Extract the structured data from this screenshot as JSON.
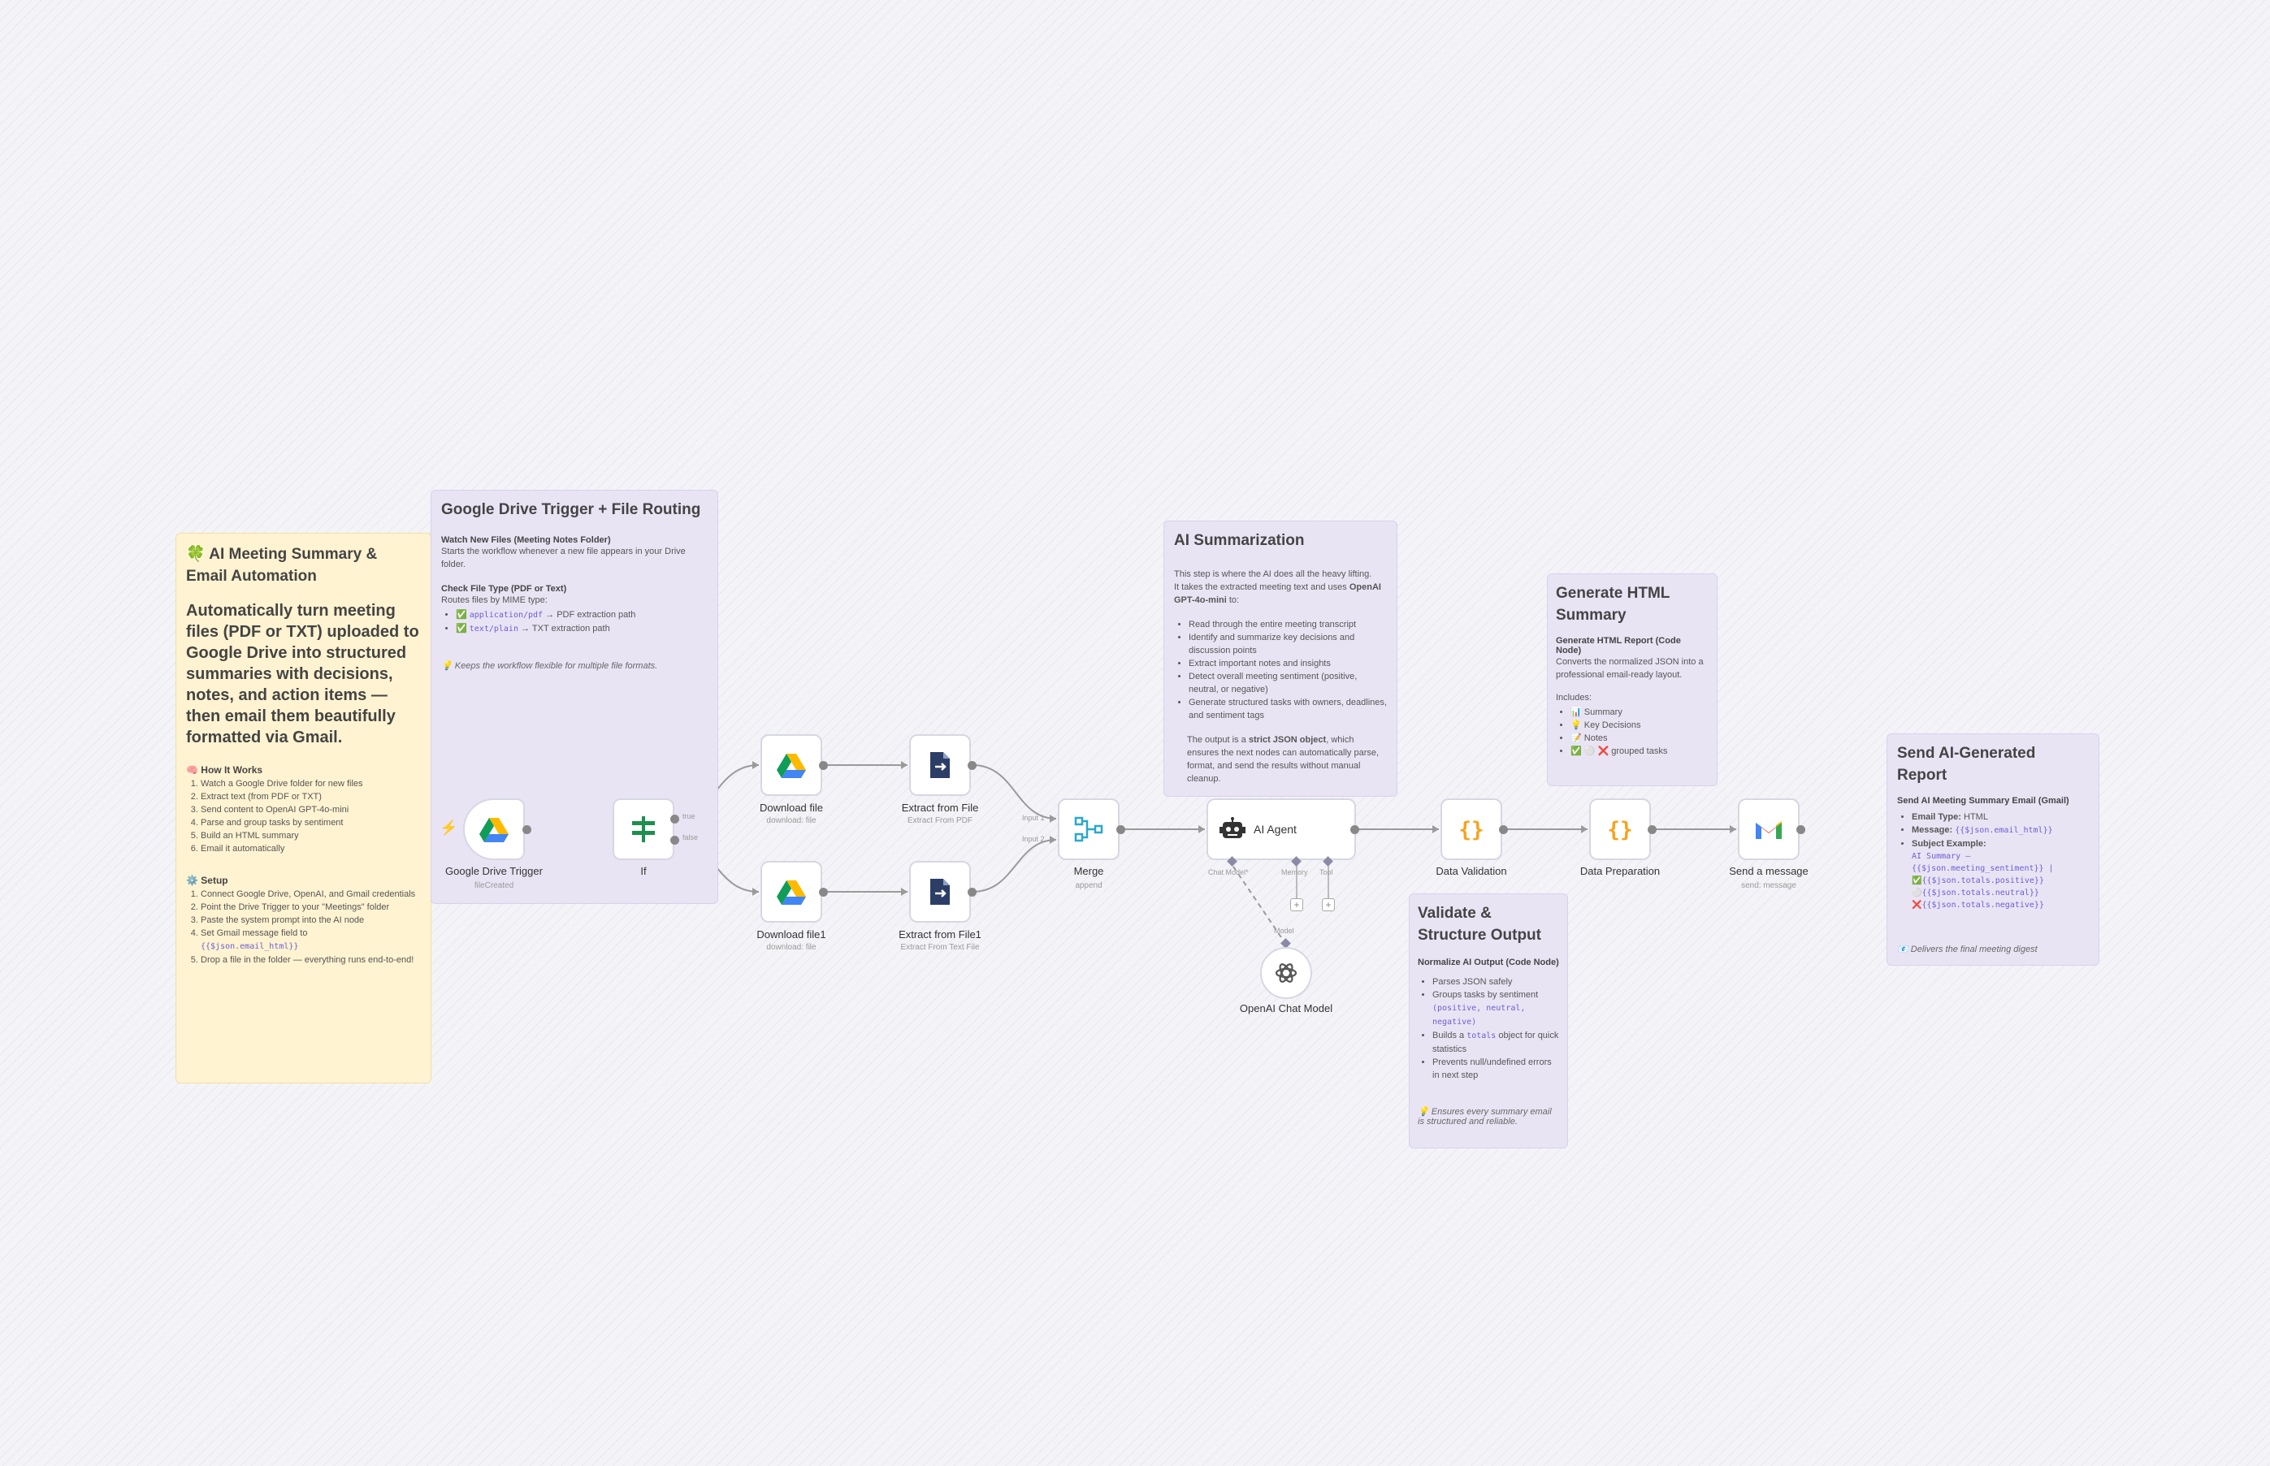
{
  "notes": {
    "main": {
      "title": "🍀 AI Meeting Summary & Email Automation",
      "intro": "Automatically turn meeting files (PDF or TXT) uploaded to Google Drive into structured summaries with decisions, notes, and action items — then email them beautifully formatted via Gmail.",
      "how_title": "🧠 How It Works",
      "how_items": [
        "Watch a Google Drive folder for new files",
        "Extract text (from PDF or TXT)",
        "Send content to OpenAI GPT-4o-mini",
        "Parse and group tasks by sentiment",
        "Build an HTML summary",
        "Email it automatically"
      ],
      "setup_title": "⚙️ Setup",
      "setup_items": [
        "Connect Google Drive, OpenAI, and Gmail credentials",
        "Point the Drive Trigger to your \"Meetings\" folder",
        "Paste the system prompt into the AI node",
        "Set Gmail message field to",
        "Drop a file in the folder — everything runs end-to-end!"
      ],
      "setup_code": "{{$json.email_html}}"
    },
    "routing": {
      "title": "Google Drive Trigger + File Routing",
      "watch_title": "Watch New Files (Meeting Notes Folder)",
      "watch_text": "Starts the workflow whenever a new file appears in your Drive folder.",
      "check_title": "Check File Type (PDF or Text)",
      "check_text": "Routes files by MIME type:",
      "pdf_code": "application/pdf",
      "pdf_text": "→ PDF extraction path",
      "txt_code": "text/plain",
      "txt_text": "→ TXT extraction path",
      "hint": "💡 Keeps the workflow flexible for multiple file formats."
    },
    "ai": {
      "title": "AI Summarization",
      "p1": "This step is where the AI does all the heavy lifting.",
      "p2a": "It takes the extracted meeting text and uses",
      "p2b": "OpenAI GPT-4o-mini",
      "p2c": "to:",
      "items": [
        "Read through the entire meeting transcript",
        "Identify and summarize key decisions and discussion points",
        "Extract important notes and insights",
        "Detect overall meeting sentiment (positive, neutral, or negative)",
        "Generate structured tasks with owners, deadlines, and sentiment tags"
      ],
      "p3a": "The output is a",
      "p3b": "strict JSON object",
      "p3c": ", which ensures the next nodes can automatically parse, format, and send the results without manual cleanup."
    },
    "validate": {
      "title": "Validate & Structure Output",
      "sub_title": "Normalize AI Output (Code Node)",
      "items": [
        "Parses JSON safely",
        "Groups tasks by sentiment",
        "Builds a",
        "Prevents null/undefined errors in next step"
      ],
      "sentiment_code": "(positive, neutral, negative)",
      "totals_code": "totals",
      "totals_text": "object for quick statistics",
      "hint": "💡 Ensures every summary email is structured and reliable."
    },
    "html": {
      "title": "Generate HTML Summary",
      "sub_title": "Generate HTML Report (Code Node)",
      "text": "Converts the normalized JSON into a professional email-ready layout.",
      "includes": "Includes:",
      "items": [
        "📊 Summary",
        "💡 Key Decisions",
        "📝 Notes",
        "✅ ⚪ ❌ grouped tasks"
      ]
    },
    "send": {
      "title": "Send AI-Generated Report",
      "sub_title": "Send AI Meeting Summary Email (Gmail)",
      "email_type_label": "Email Type:",
      "email_type": "HTML",
      "message_label": "Message:",
      "message_code": "{{$json.email_html}}",
      "subject_label": "Subject Example:",
      "subject_lines": [
        "AI Summary – {{$json.meeting_sentiment}} |",
        "✅{{$json.totals.positive}}",
        "⚪{{$json.totals.neutral}}",
        "❌{{$json.totals.negative}}"
      ],
      "hint": "📧 Delivers the final meeting digest"
    }
  },
  "nodes": {
    "trigger": {
      "label": "Google Drive Trigger",
      "sub": "fileCreated",
      "icon": "google-drive-icon"
    },
    "if": {
      "label": "If",
      "true_label": "true",
      "false_label": "false",
      "icon": "if-branch-icon"
    },
    "download1": {
      "label": "Download file",
      "sub": "download: file",
      "icon": "google-drive-icon"
    },
    "download2": {
      "label": "Download file1",
      "sub": "download: file",
      "icon": "google-drive-icon"
    },
    "extract1": {
      "label": "Extract from File",
      "sub": "Extract From PDF",
      "icon": "extract-file-icon"
    },
    "extract2": {
      "label": "Extract from File1",
      "sub": "Extract From Text File",
      "icon": "extract-file-icon"
    },
    "merge": {
      "label": "Merge",
      "sub": "append",
      "input1": "Input 1",
      "input2": "Input 2",
      "icon": "merge-icon"
    },
    "agent": {
      "label": "AI Agent",
      "chat_model": "Chat Model*",
      "memory": "Memory",
      "tool": "Tool",
      "icon": "robot-icon"
    },
    "openai": {
      "label": "OpenAI Chat Model",
      "model_tag": "Model",
      "icon": "openai-icon"
    },
    "validation": {
      "label": "Data Validation",
      "icon": "code-braces-icon"
    },
    "preparation": {
      "label": "Data Preparation",
      "icon": "code-braces-icon"
    },
    "gmail": {
      "label": "Send a message",
      "sub": "send: message",
      "icon": "gmail-icon"
    }
  },
  "colors": {
    "accent": "#ff6d5a",
    "yellow_note": "#fff3d1",
    "purple_note": "#e9e4f4",
    "code": "#6b5fd3",
    "edge": "#9a9a9a"
  }
}
